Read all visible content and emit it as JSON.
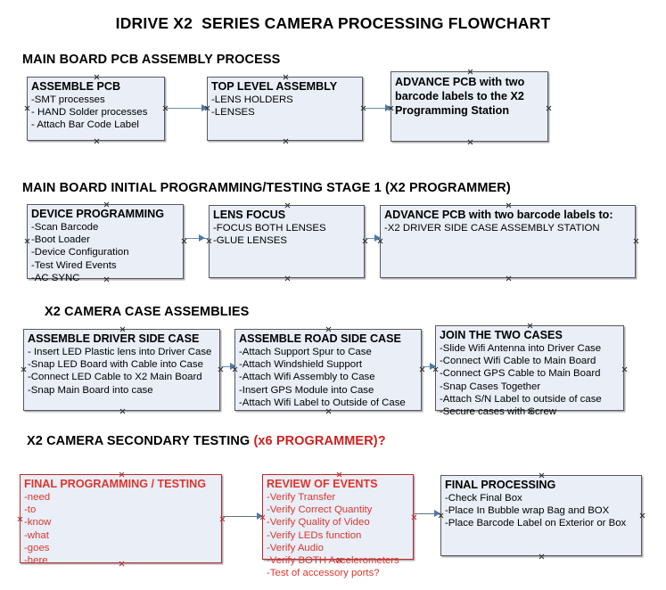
{
  "document": {
    "title": "IDRIVE X2  SERIES CAMERA PROCESSING FLOWCHART"
  },
  "sections": [
    {
      "id": "main-board-pcb-assembly",
      "title": "MAIN BOARD PCB ASSEMBLY PROCESS",
      "accent": ""
    },
    {
      "id": "main-board-initial-programming",
      "title": "MAIN BOARD INITIAL PROGRAMMING/TESTING STAGE 1 (X2 PROGRAMMER)",
      "accent": ""
    },
    {
      "id": "x2-camera-case-assemblies",
      "title": "X2 CAMERA CASE ASSEMBLIES",
      "accent": ""
    },
    {
      "id": "x2-camera-secondary-testing",
      "title": "X2 CAMERA SECONDARY TESTING ",
      "accent": "(x6 PROGRAMMER)?"
    }
  ],
  "nodes": {
    "assemble_pcb": {
      "head": "ASSEMBLE PCB",
      "lines": [
        "-SMT processes",
        "- HAND Solder processes",
        "- Attach Bar Code Label"
      ]
    },
    "top_level_assembly": {
      "head": "TOP LEVEL ASSEMBLY",
      "lines": [
        "-LENS HOLDERS",
        "-LENSES"
      ]
    },
    "advance_pcb_programming_station": {
      "head": "ADVANCE PCB with two barcode labels to the  X2 Programming Station",
      "lines": []
    },
    "device_programming": {
      "head": "DEVICE PROGRAMMING",
      "lines": [
        "-Scan Barcode",
        "-Boot Loader",
        "-Device Configuration",
        "-Test Wired Events",
        "-AC SYNC"
      ]
    },
    "lens_focus": {
      "head": "LENS FOCUS",
      "lines": [
        "-FOCUS BOTH LENSES",
        "-GLUE LENSES"
      ]
    },
    "advance_pcb_driver_side": {
      "head": "ADVANCE PCB with two barcode labels to:",
      "lines": [
        "-X2 DRIVER  SIDE  CASE  ASSEMBLY STATION"
      ]
    },
    "assemble_driver_side_case": {
      "head": "ASSEMBLE DRIVER SIDE CASE",
      "lines": [
        "- Insert LED Plastic lens into Driver Case",
        "-Snap LED Board with Cable into Case",
        "-Connect LED Cable to X2 Main Board",
        "-Snap Main Board into case"
      ]
    },
    "assemble_road_side_case": {
      "head": "ASSEMBLE ROAD SIDE CASE",
      "lines": [
        "-Attach Support Spur to Case",
        "-Attach Windshield Support",
        "-Attach Wifi Assembly to Case",
        "-Insert GPS Module into Case",
        "-Attach Wifi Label to Outside of Case"
      ]
    },
    "join_the_two_cases": {
      "head": "JOIN THE TWO CASES",
      "lines": [
        "-Slide Wifi Antenna into Driver Case",
        "-Connect Wifi Cable to Main Board",
        "-Connect GPS Cable to Main Board",
        "-Snap Cases Together",
        "-Attach S/N Label to outside of case",
        "-Secure cases with Screw"
      ]
    },
    "final_programming_testing": {
      "head": "FINAL PROGRAMMING / TESTING",
      "lines": [
        "-need",
        "-to",
        "-know",
        "-what",
        "-goes",
        "-here"
      ]
    },
    "review_of_events": {
      "head": "REVIEW OF EVENTS",
      "lines": [
        "-Verify Transfer",
        "-Verify Correct Quantity",
        "-Verify Quality of Video",
        "-Verify LEDs function",
        "-Verify Audio",
        "-Verify BOTH Accelerometers",
        "-Test of accessory ports?"
      ]
    },
    "final_processing": {
      "head": "FINAL PROCESSING",
      "lines": [
        "-Check Final Box",
        "-Place In Bubble wrap Bag and BOX",
        "-Place Barcode Label on Exterior or Box"
      ]
    }
  },
  "colors": {
    "node_fill": "#e9eef7",
    "node_border": "#58585c",
    "accent_red": "#d21f1f",
    "connector": "#6a8fae",
    "text": "#000000"
  }
}
